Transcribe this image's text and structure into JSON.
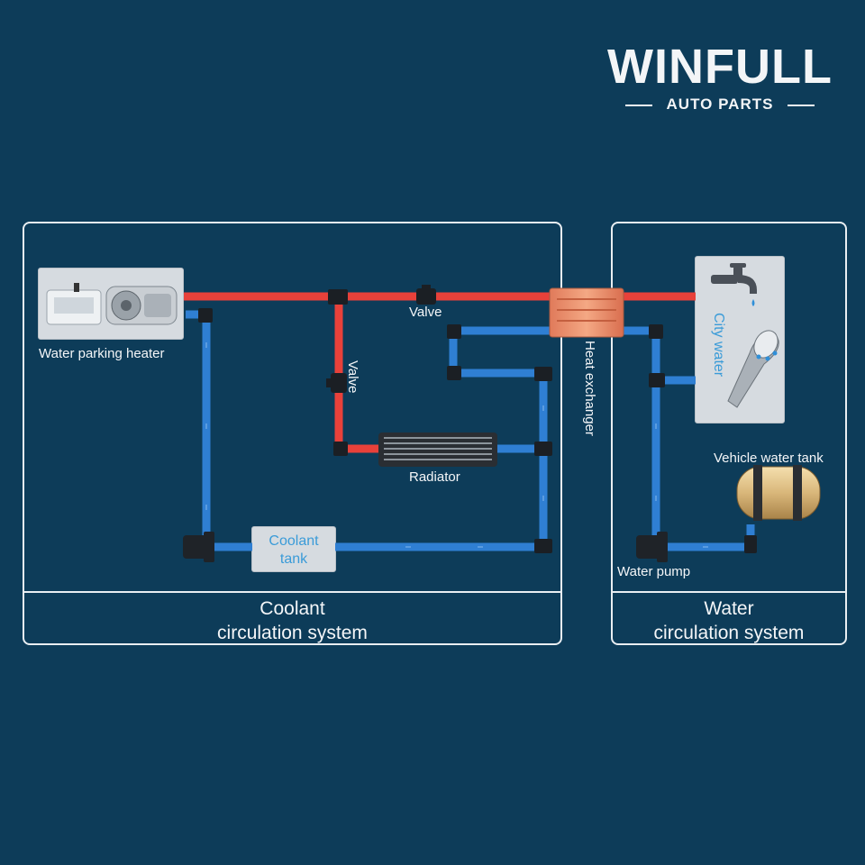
{
  "logo": {
    "main": "WINFULL",
    "sub": "AUTO PARTS"
  },
  "panels": {
    "coolant": {
      "title_line1": "Coolant",
      "title_line2": "circulation system"
    },
    "water": {
      "title_line1": "Water",
      "title_line2": "circulation system"
    }
  },
  "labels": {
    "heater": "Water parking heater",
    "valve_top": "Valve",
    "valve_side": "Valve",
    "radiator": "Radiator",
    "heat_exchanger": "Heat exchanger",
    "coolant_tank_line1": "Coolant",
    "coolant_tank_line2": "tank",
    "city_water": "City water",
    "vehicle_water_tank": "Vehicle water tank",
    "water_pump": "Water pump"
  },
  "colors": {
    "background": "#0d3c59",
    "hot_pipe": "#e8413a",
    "cold_pipe": "#2f7fd3",
    "card": "#d6dbe0",
    "accent_text": "#3a9bd8",
    "frame": "#e9eef2"
  },
  "icons": [
    "heater-unit-icon",
    "valve-icon",
    "radiator-icon",
    "heat-exchanger-icon",
    "faucet-icon",
    "shower-head-icon",
    "pump-icon",
    "water-tank-icon",
    "pipe-junction-icon"
  ]
}
